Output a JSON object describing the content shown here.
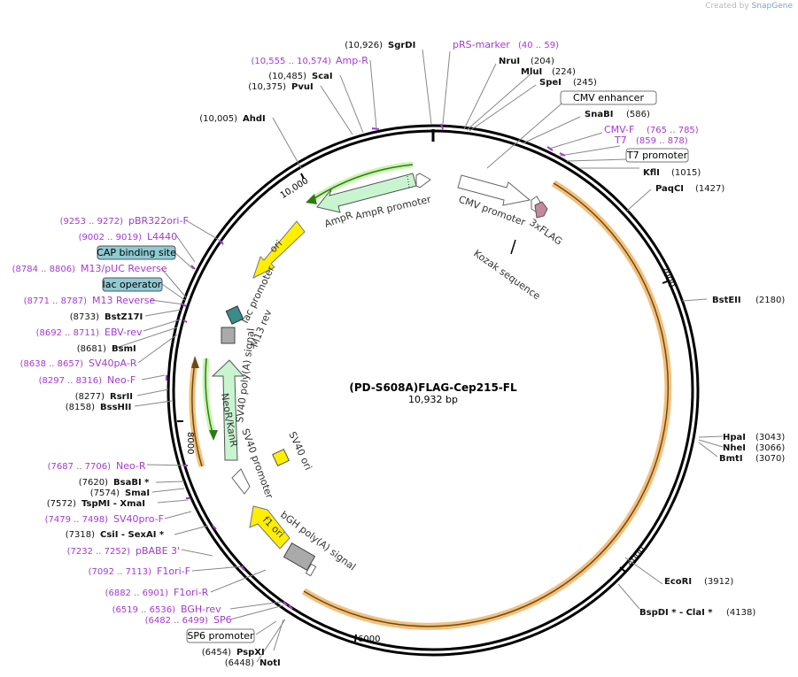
{
  "credit": {
    "prefix": "Created by",
    "brand": "SnapGene"
  },
  "map": {
    "title": "(PD-S608A)FLAG-Cep215-FL",
    "length_label": "10,932 bp",
    "total_bp": 10932,
    "ticks": [
      "2000",
      "4000",
      "6000",
      "8000",
      "10,000"
    ],
    "colors": {
      "primer": "#a53ad0",
      "ring": "#000000",
      "orf_outline": "#e8a64a",
      "ori": "#ffee00",
      "promoter": "#ffffff",
      "marker": "#b7f5c2"
    }
  },
  "sites": [
    {
      "name": "SgrDI",
      "pos": "(10,926)"
    },
    {
      "name": "NruI",
      "pos": "(204)"
    },
    {
      "name": "MluI",
      "pos": "(224)"
    },
    {
      "name": "SpeI",
      "pos": "(245)"
    },
    {
      "name": "SnaBI",
      "pos": "(586)"
    },
    {
      "name": "KflI",
      "pos": "(1015)"
    },
    {
      "name": "PaqCI",
      "pos": "(1427)"
    },
    {
      "name": "BstEII",
      "pos": "(2180)"
    },
    {
      "name": "HpaI",
      "pos": "(3043)"
    },
    {
      "name": "NheI",
      "pos": "(3066)"
    },
    {
      "name": "BmtI",
      "pos": "(3070)"
    },
    {
      "name": "EcoRI",
      "pos": "(3912)"
    },
    {
      "name": "BspDI * - ClaI *",
      "pos": "(4138)"
    },
    {
      "name": "PspXI",
      "pos": "(6454)"
    },
    {
      "name": "NotI",
      "pos": "(6448)"
    },
    {
      "name": "CsiI - SexAI *",
      "pos": "(7318)"
    },
    {
      "name": "TspMI - XmaI",
      "pos": "(7572)"
    },
    {
      "name": "SmaI",
      "pos": "(7574)"
    },
    {
      "name": "BsaBI *",
      "pos": "(7620)"
    },
    {
      "name": "BssHII",
      "pos": "(8158)"
    },
    {
      "name": "RsrII",
      "pos": "(8277)"
    },
    {
      "name": "BsmI",
      "pos": "(8681)"
    },
    {
      "name": "BstZ17I",
      "pos": "(8733)"
    },
    {
      "name": "AhdI",
      "pos": "(10,005)"
    },
    {
      "name": "PvuI",
      "pos": "(10,375)"
    },
    {
      "name": "ScaI",
      "pos": "(10,485)"
    }
  ],
  "primers": [
    {
      "name": "pRS-marker",
      "range": "(40 .. 59)"
    },
    {
      "name": "Amp-R",
      "range": "(10,555 .. 10,574)"
    },
    {
      "name": "CMV-F",
      "range": "(765 .. 785)"
    },
    {
      "name": "T7",
      "range": "(859 .. 878)"
    },
    {
      "name": "pBR322ori-F",
      "range": "(9253 .. 9272)"
    },
    {
      "name": "L4440",
      "range": "(9002 .. 9019)"
    },
    {
      "name": "M13/pUC Reverse",
      "range": "(8784 .. 8806)"
    },
    {
      "name": "M13 Reverse",
      "range": "(8771 .. 8787)"
    },
    {
      "name": "EBV-rev",
      "range": "(8692 .. 8711)"
    },
    {
      "name": "SV40pA-R",
      "range": "(8638 .. 8657)"
    },
    {
      "name": "Neo-F",
      "range": "(8297 .. 8316)"
    },
    {
      "name": "Neo-R",
      "range": "(7687 .. 7706)"
    },
    {
      "name": "SV40pro-F",
      "range": "(7479 .. 7498)"
    },
    {
      "name": "pBABE 3'",
      "range": "(7232 .. 7252)"
    },
    {
      "name": "F1ori-F",
      "range": "(7092 .. 7113)"
    },
    {
      "name": "F1ori-R",
      "range": "(6882 .. 6901)"
    },
    {
      "name": "BGH-rev",
      "range": "(6519 .. 6536)"
    },
    {
      "name": "SP6",
      "range": "(6482 .. 6499)"
    }
  ],
  "boxed_labels": {
    "cmv_enhancer": "CMV enhancer",
    "t7_promoter": "T7 promoter",
    "cap_binding": "CAP binding site",
    "lac_operator": "lac operator",
    "sp6_promoter": "SP6 promoter"
  },
  "features": {
    "cmv_promoter": "CMV promoter",
    "flag": "3xFLAG",
    "kozak": "Kozak sequence",
    "ampr": "AmpR",
    "ampr_promoter": "AmpR promoter",
    "ori": "ori",
    "lac_promoter": "lac promoter",
    "m13_rev": "M13 rev",
    "sv40_polya": "SV40 poly(A) signal",
    "neor": "NeoR/KanR",
    "sv40_promoter": "SV40 promoter",
    "sv40_ori": "SV40 ori",
    "f1_ori": "f1 ori",
    "bgh_polya": "bGH poly(A) signal"
  }
}
